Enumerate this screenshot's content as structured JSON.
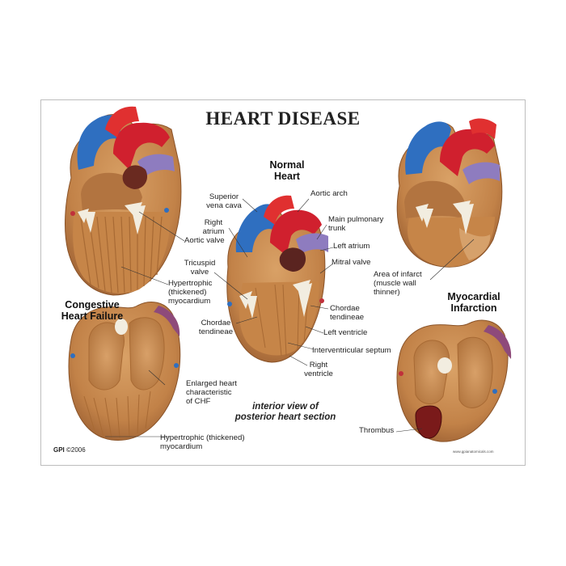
{
  "title": "HEART DISEASE",
  "sections": {
    "normal": "Normal\nHeart",
    "chf": "Congestive\nHeart Failure",
    "mi": "Myocardial\nInfarction"
  },
  "labels": {
    "superior_vena_cava": "Superior\nvena cava",
    "aortic_arch": "Aortic arch",
    "right_atrium": "Right\natrium",
    "main_pulmonary_trunk": "Main pulmonary\ntrunk",
    "aortic_valve": "Aortic valve",
    "left_atrium": "Left atrium",
    "tricuspid_valve": "Tricuspid\nvalve",
    "mitral_valve": "Mitral valve",
    "hypertrophic_top": "Hypertrophic\n(thickened)\nmyocardium",
    "area_of_infarct": "Area of infarct\n(muscle wall\nthinner)",
    "chordae_left": "Chordae\ntendineae",
    "chordae_right": "Chordae\ntendineae",
    "left_ventricle": "Left ventricle",
    "interventricular_septum": "Interventricular septum",
    "right_ventricle": "Right\nventricle",
    "enlarged_heart": "Enlarged heart\ncharacteristic\nof CHF",
    "hypertrophic_bottom": "Hypertrophic (thickened)\nmyocardium",
    "thrombus": "Thrombus"
  },
  "caption": "interior view of\nposterior heart section",
  "footer": {
    "brand": "GPI",
    "year": "©2006",
    "url": "www.gpianatomicals.com"
  },
  "colors": {
    "muscle": "#c98a4e",
    "muscle_dark": "#a8693a",
    "aorta": "#d0202e",
    "vena": "#2f6fc0",
    "pulmonary": "#8e7cbf",
    "valve": "#f2ede0",
    "thrombus": "#7a1a1a"
  }
}
